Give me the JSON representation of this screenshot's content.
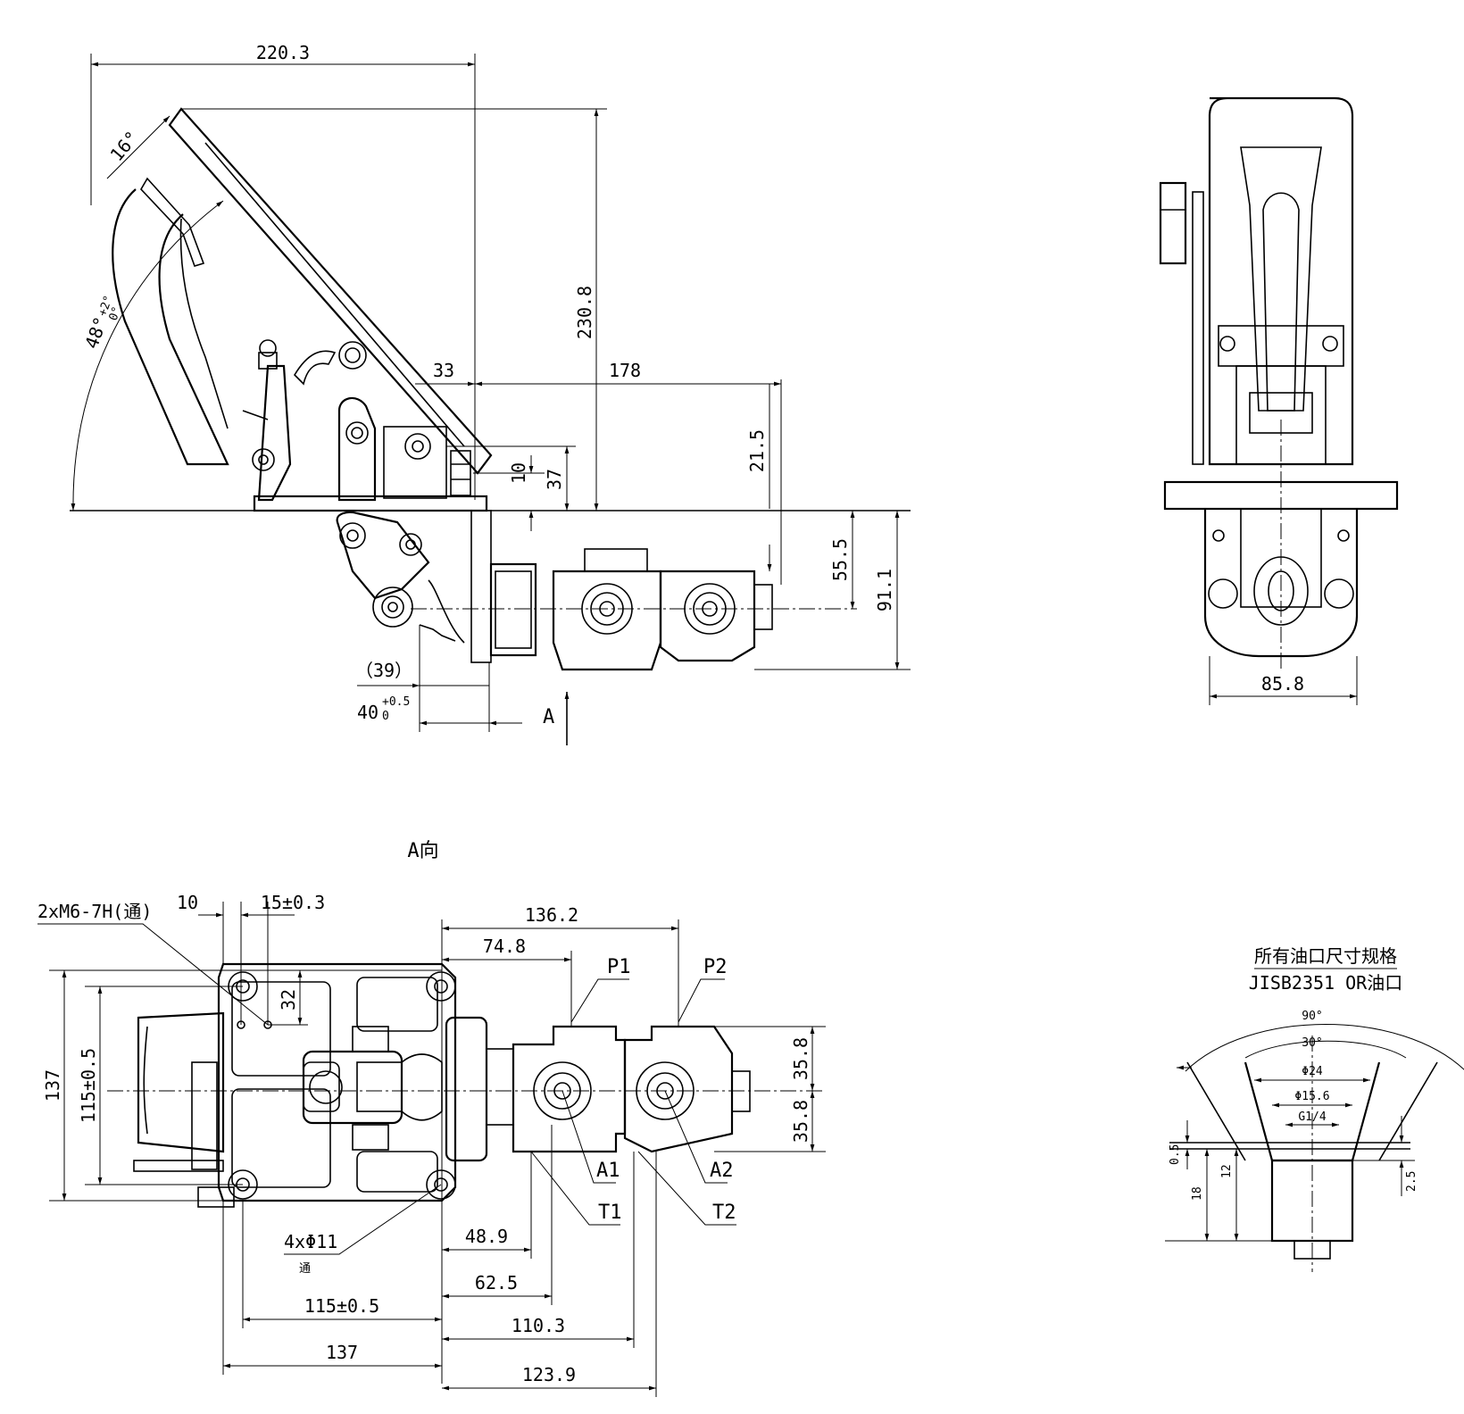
{
  "side_view": {
    "width_220_3": "220.3",
    "height_230_8": "230.8",
    "angle_16": "16°",
    "angle_48": "48°",
    "tol_plus2": "+2°",
    "tol_zero": "0°",
    "dim_33": "33",
    "dim_178": "178",
    "dim_21_5": "21.5",
    "dim_10": "10",
    "dim_37": "37",
    "dim_55_5": "55.5",
    "dim_91_1": "91.1",
    "dim_39": "（39）",
    "dim_40": "40",
    "tol_plus05": "+0.5",
    "tol_zero2": "0",
    "view_arrow_label": "A"
  },
  "end_view": {
    "width_85_8": "85.8"
  },
  "view_a": {
    "title": "A向",
    "thread_spec": "2xM6-7H(通)",
    "dim_10": "10",
    "dim_15": "15±0.3",
    "dim_32": "32",
    "dim_136_2": "136.2",
    "dim_74_8": "74.8",
    "port_p1": "P1",
    "port_p2": "P2",
    "dim_35_8a": "35.8",
    "dim_35_8b": "35.8",
    "dim_137_v": "137",
    "dim_115_v": "115±0.5",
    "port_a1": "A1",
    "port_a2": "A2",
    "port_t1": "T1",
    "port_t2": "T2",
    "holes": "4xΦ11",
    "holes_note": "通",
    "dim_48_9": "48.9",
    "dim_62_5": "62.5",
    "dim_115_h": "115±0.5",
    "dim_110_3": "110.3",
    "dim_137_h": "137",
    "dim_123_9": "123.9"
  },
  "port_detail": {
    "title_line1": "所有油口尺寸规格",
    "title_line2": "JISB2351 OR油口",
    "angle_90": "90°",
    "angle_30": "30°",
    "dia_24": "Φ24",
    "dia_15_6": "Φ15.6",
    "thread_g14": "G1/4",
    "dim_0_5": "0.5",
    "dim_12": "12",
    "dim_18": "18",
    "dim_2_5": "2.5"
  }
}
